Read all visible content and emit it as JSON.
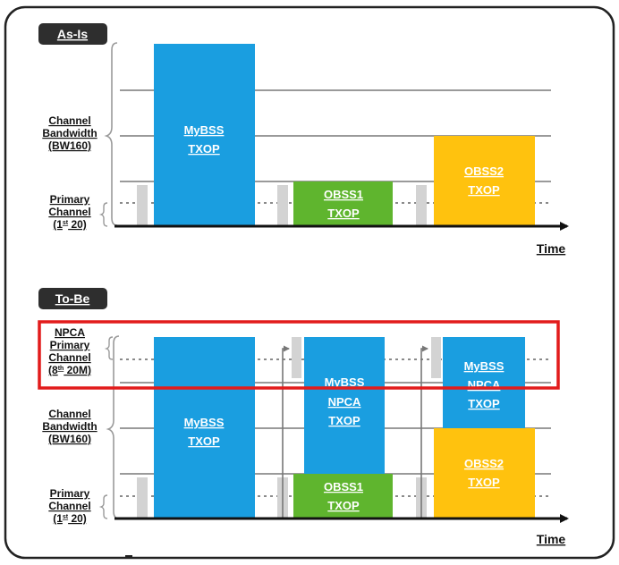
{
  "as_is": {
    "tag": "As-Is",
    "channel_label": [
      "Channel",
      "Bandwidth",
      "(BW160)"
    ],
    "primary_label": [
      "Primary",
      "Channel"
    ],
    "primary_sub": {
      "pre": "(1",
      "sup": "st",
      "post": " 20)"
    },
    "mybss": [
      "MyBSS",
      "TXOP"
    ],
    "obss1": [
      "OBSS1",
      "TXOP"
    ],
    "obss2": [
      "OBSS2",
      "TXOP"
    ],
    "time": "Time"
  },
  "to_be": {
    "tag": "To-Be",
    "npca_label": [
      "NPCA",
      "Primary",
      "Channel"
    ],
    "npca_sub": {
      "pre": "(8",
      "sup": "th",
      "post": " 20M)"
    },
    "channel_label": [
      "Channel",
      "Bandwidth",
      "(BW160)"
    ],
    "primary_label": [
      "Primary",
      "Channel"
    ],
    "primary_sub": {
      "pre": "(1",
      "sup": "st",
      "post": " 20)"
    },
    "mybss": [
      "MyBSS",
      "TXOP"
    ],
    "mybss_npca_1": [
      "MyBSS",
      "NPCA",
      "TXOP"
    ],
    "obss1": [
      "OBSS1",
      "TXOP"
    ],
    "mybss_npca_2": [
      "MyBSS",
      "NPCA",
      "TXOP"
    ],
    "obss2": [
      "OBSS2",
      "TXOP"
    ],
    "time": "Time"
  },
  "colors": {
    "blue": "#1a9ee0",
    "green": "#5fb52e",
    "yellow": "#ffc20e",
    "tag_bg": "#2e2e2e",
    "grid": "#9a9a9a",
    "highlight": "#e21b1b"
  }
}
